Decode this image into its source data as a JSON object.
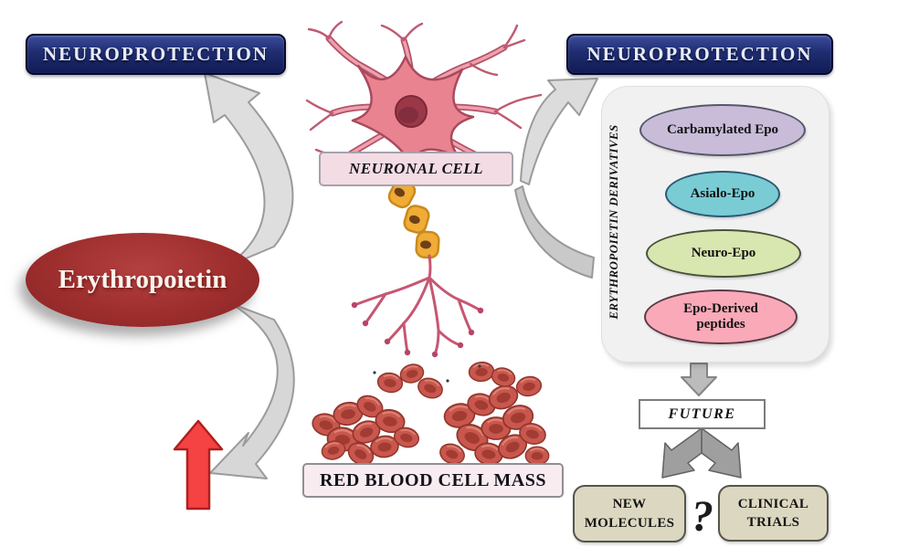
{
  "diagram": {
    "boxes": {
      "neuroprotection_left": "NEUROPROTECTION",
      "neuroprotection_right": "NEUROPROTECTION",
      "erythropoietin": "Erythropoietin",
      "neuronal_cell": "NEURONAL CELL",
      "red_blood_cell_mass": "RED BLOOD CELL MASS",
      "future": "FUTURE",
      "new_molecules": "NEW MOLECULES",
      "clinical_trials": "CLINICAL TRIALS",
      "question_mark": "?"
    },
    "derivatives_panel": {
      "title": "ERYTHROPOIETIN DERIVATIVES",
      "items": [
        {
          "label": "Carbamylated Epo",
          "fill": "#c9bcd9",
          "border": "#57576b"
        },
        {
          "label": "Asialo-Epo",
          "fill": "#7accd4",
          "border": "#2a5a74"
        },
        {
          "label": "Neuro-Epo",
          "fill": "#d8e6b0",
          "border": "#47523a"
        },
        {
          "label": "Epo-Derived peptides",
          "fill": "#f9a9b8",
          "border": "#5c3a44"
        }
      ]
    },
    "colors": {
      "neuroprotection_bg": "#1f2c70",
      "erythropoietin_bg": "#9e2e2e",
      "pink_label_bg": "#f4dce4",
      "panel_bg": "#f2f1f2",
      "tan_box_bg": "#dcd7c0",
      "red_arrow": "#f54242",
      "gray_arrow": "#d7d7d7"
    },
    "illustrations": {
      "neuron": "neuron-cell-illustration",
      "red_blood_cells": "red-blood-cell-cluster-illustration",
      "red_up_arrow": "increase-arrow",
      "curved_arrows": "flow-arrows"
    }
  }
}
